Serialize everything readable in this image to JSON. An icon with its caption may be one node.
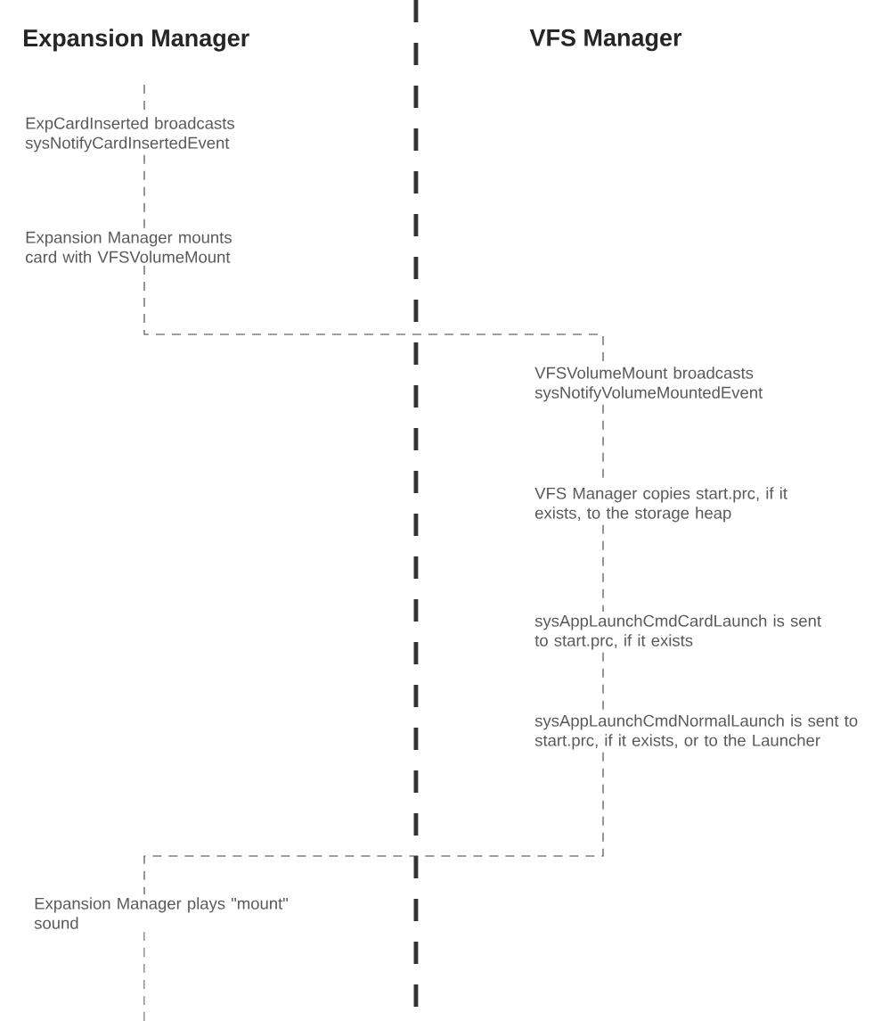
{
  "diagram": {
    "nodes": [
      {
        "text": [
          "ExpCardInserted broadcasts sysNotifyCardInsertedEvent"
        ]
      },
      {
        "text": [
          "Expansion Manager mounts card with VFSVolumeMount"
        ]
      },
      {
        "text": [
          "VFSVolumeMount broadcasts sysNotifyVolumeMountedEvent"
        ]
      },
      {
        "text": [
          "VFS Manager copies start.prc, if it exists, to the storage heap"
        ]
      },
      {
        "text": [
          "sysAppLaunchCmdCardLaunch is sent to start.prc, if it exists"
        ]
      },
      {
        "text": [
          "sysAppLaunchCmdNormalLaunch is sent to start.prc, if it exists, or to the Launcher"
        ]
      },
      {
        "text": [
          "Expansion Manager plays \"mount\" sound"
        ]
      }
    ],
    "edges": [
      {
        "from": null,
        "to": 0,
        "arrow": "none"
      },
      {
        "from": 0,
        "to": 1,
        "arrow": "none"
      },
      {
        "from": 1,
        "to": 2,
        "arrow": "none"
      },
      {
        "from": 2,
        "to": 3,
        "arrow": "none"
      },
      {
        "from": 3,
        "to": 4,
        "arrow": "none"
      },
      {
        "from": 4,
        "to": 5,
        "arrow": "none"
      },
      {
        "from": 5,
        "to": 6,
        "arrow": "none"
      },
      {
        "from": 6,
        "to": null,
        "arrow": "none"
      }
    ],
    "labels": [
      "Expansion Manager",
      "VFS Manager"
    ]
  }
}
